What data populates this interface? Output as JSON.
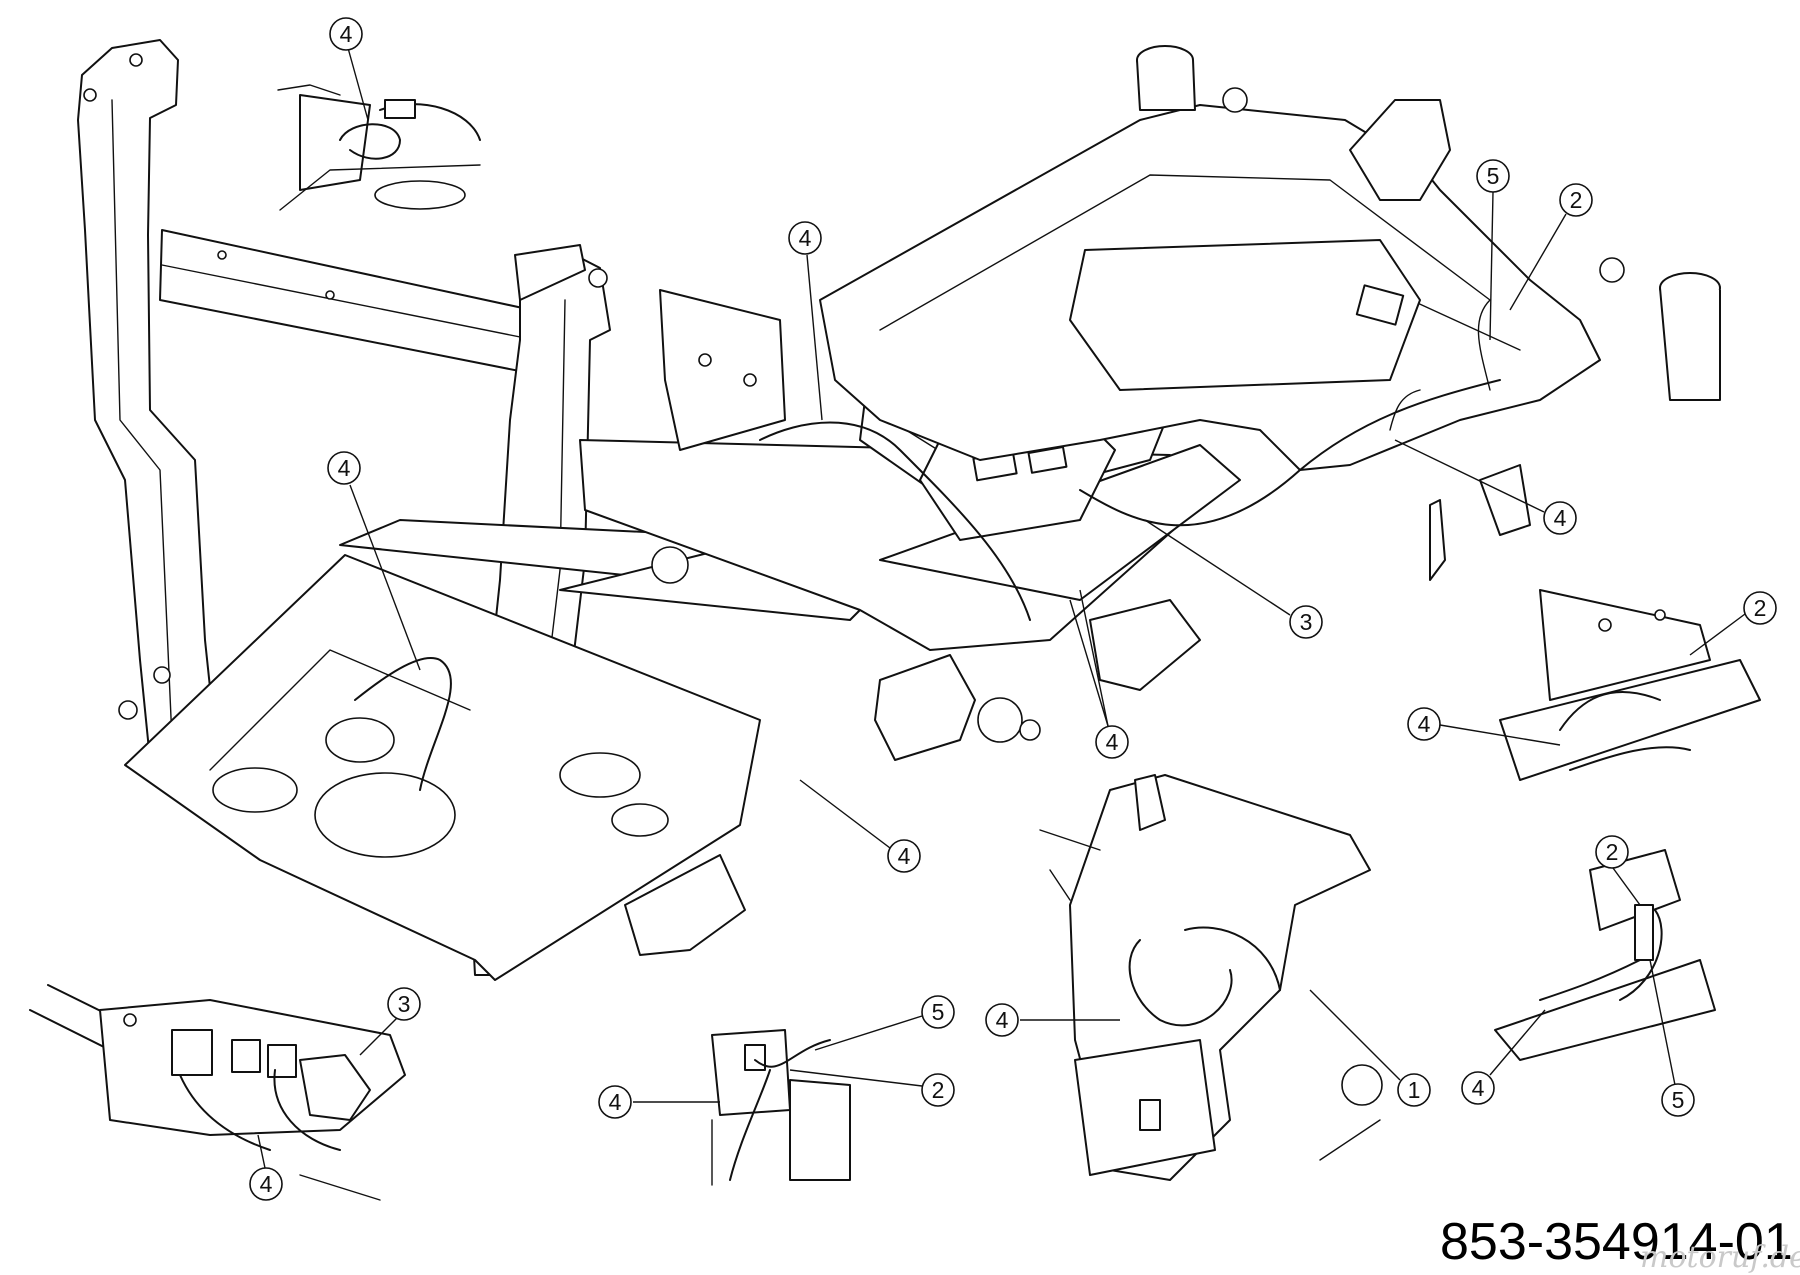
{
  "diagram": {
    "part_number": "853-354914-01",
    "watermark": "motoruf.de",
    "callouts": [
      {
        "id": "c-4-inset-topleft",
        "label": "4"
      },
      {
        "id": "c-4-main-harness",
        "label": "4"
      },
      {
        "id": "c-5-rear",
        "label": "5"
      },
      {
        "id": "c-2-rear",
        "label": "2"
      },
      {
        "id": "c-4-left-frame",
        "label": "4"
      },
      {
        "id": "c-4-rear-switch",
        "label": "4"
      },
      {
        "id": "c-3-dash",
        "label": "3"
      },
      {
        "id": "c-4-dash-bottom",
        "label": "4"
      },
      {
        "id": "c-4-front-bottom",
        "label": "4"
      },
      {
        "id": "c-2-inset-right-top",
        "label": "2"
      },
      {
        "id": "c-4-inset-right-top",
        "label": "4"
      },
      {
        "id": "c-2-inset-right-bottom",
        "label": "2"
      },
      {
        "id": "c-4-inset-right-bottom",
        "label": "4"
      },
      {
        "id": "c-5-inset-right-bottom",
        "label": "5"
      },
      {
        "id": "c-4-inset-battery",
        "label": "4"
      },
      {
        "id": "c-1-inset-battery",
        "label": "1"
      },
      {
        "id": "c-3-inset-dash",
        "label": "3"
      },
      {
        "id": "c-4-inset-dash",
        "label": "4"
      },
      {
        "id": "c-5-inset-center",
        "label": "5"
      },
      {
        "id": "c-2-inset-center",
        "label": "2"
      },
      {
        "id": "c-4-inset-center",
        "label": "4"
      }
    ]
  }
}
